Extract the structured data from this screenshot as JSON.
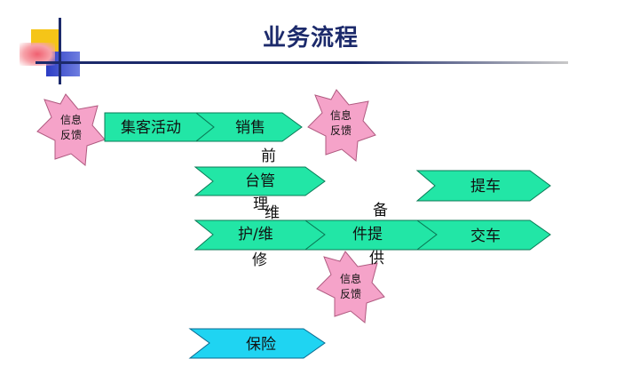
{
  "title": "业务流程",
  "colors": {
    "arrow_green": "#22e6a6",
    "arrow_cyan": "#1fd4f2",
    "star_pink": "#f5a3c9",
    "title_blue": "#1c2a6b",
    "deco_yellow": "#f5c518",
    "deco_blue": "#3a4fd0",
    "deco_red": "#e1334a"
  },
  "feedback": [
    {
      "line1": "信息",
      "line2": "反馈"
    },
    {
      "line1": "信息",
      "line2": "反馈"
    },
    {
      "line1": "信息",
      "line2": "反馈"
    }
  ],
  "arrows": {
    "customer_activity": "集客活动",
    "sales": "销售",
    "pickup": "提车",
    "delivery": "交车",
    "insurance": "保险"
  },
  "front_desk": {
    "a": "前",
    "b": "台管",
    "c": "理"
  },
  "repair": {
    "a": "维",
    "b": "护/维",
    "c": "修"
  },
  "parts": {
    "a": "备",
    "b": "件提",
    "c": "供"
  }
}
